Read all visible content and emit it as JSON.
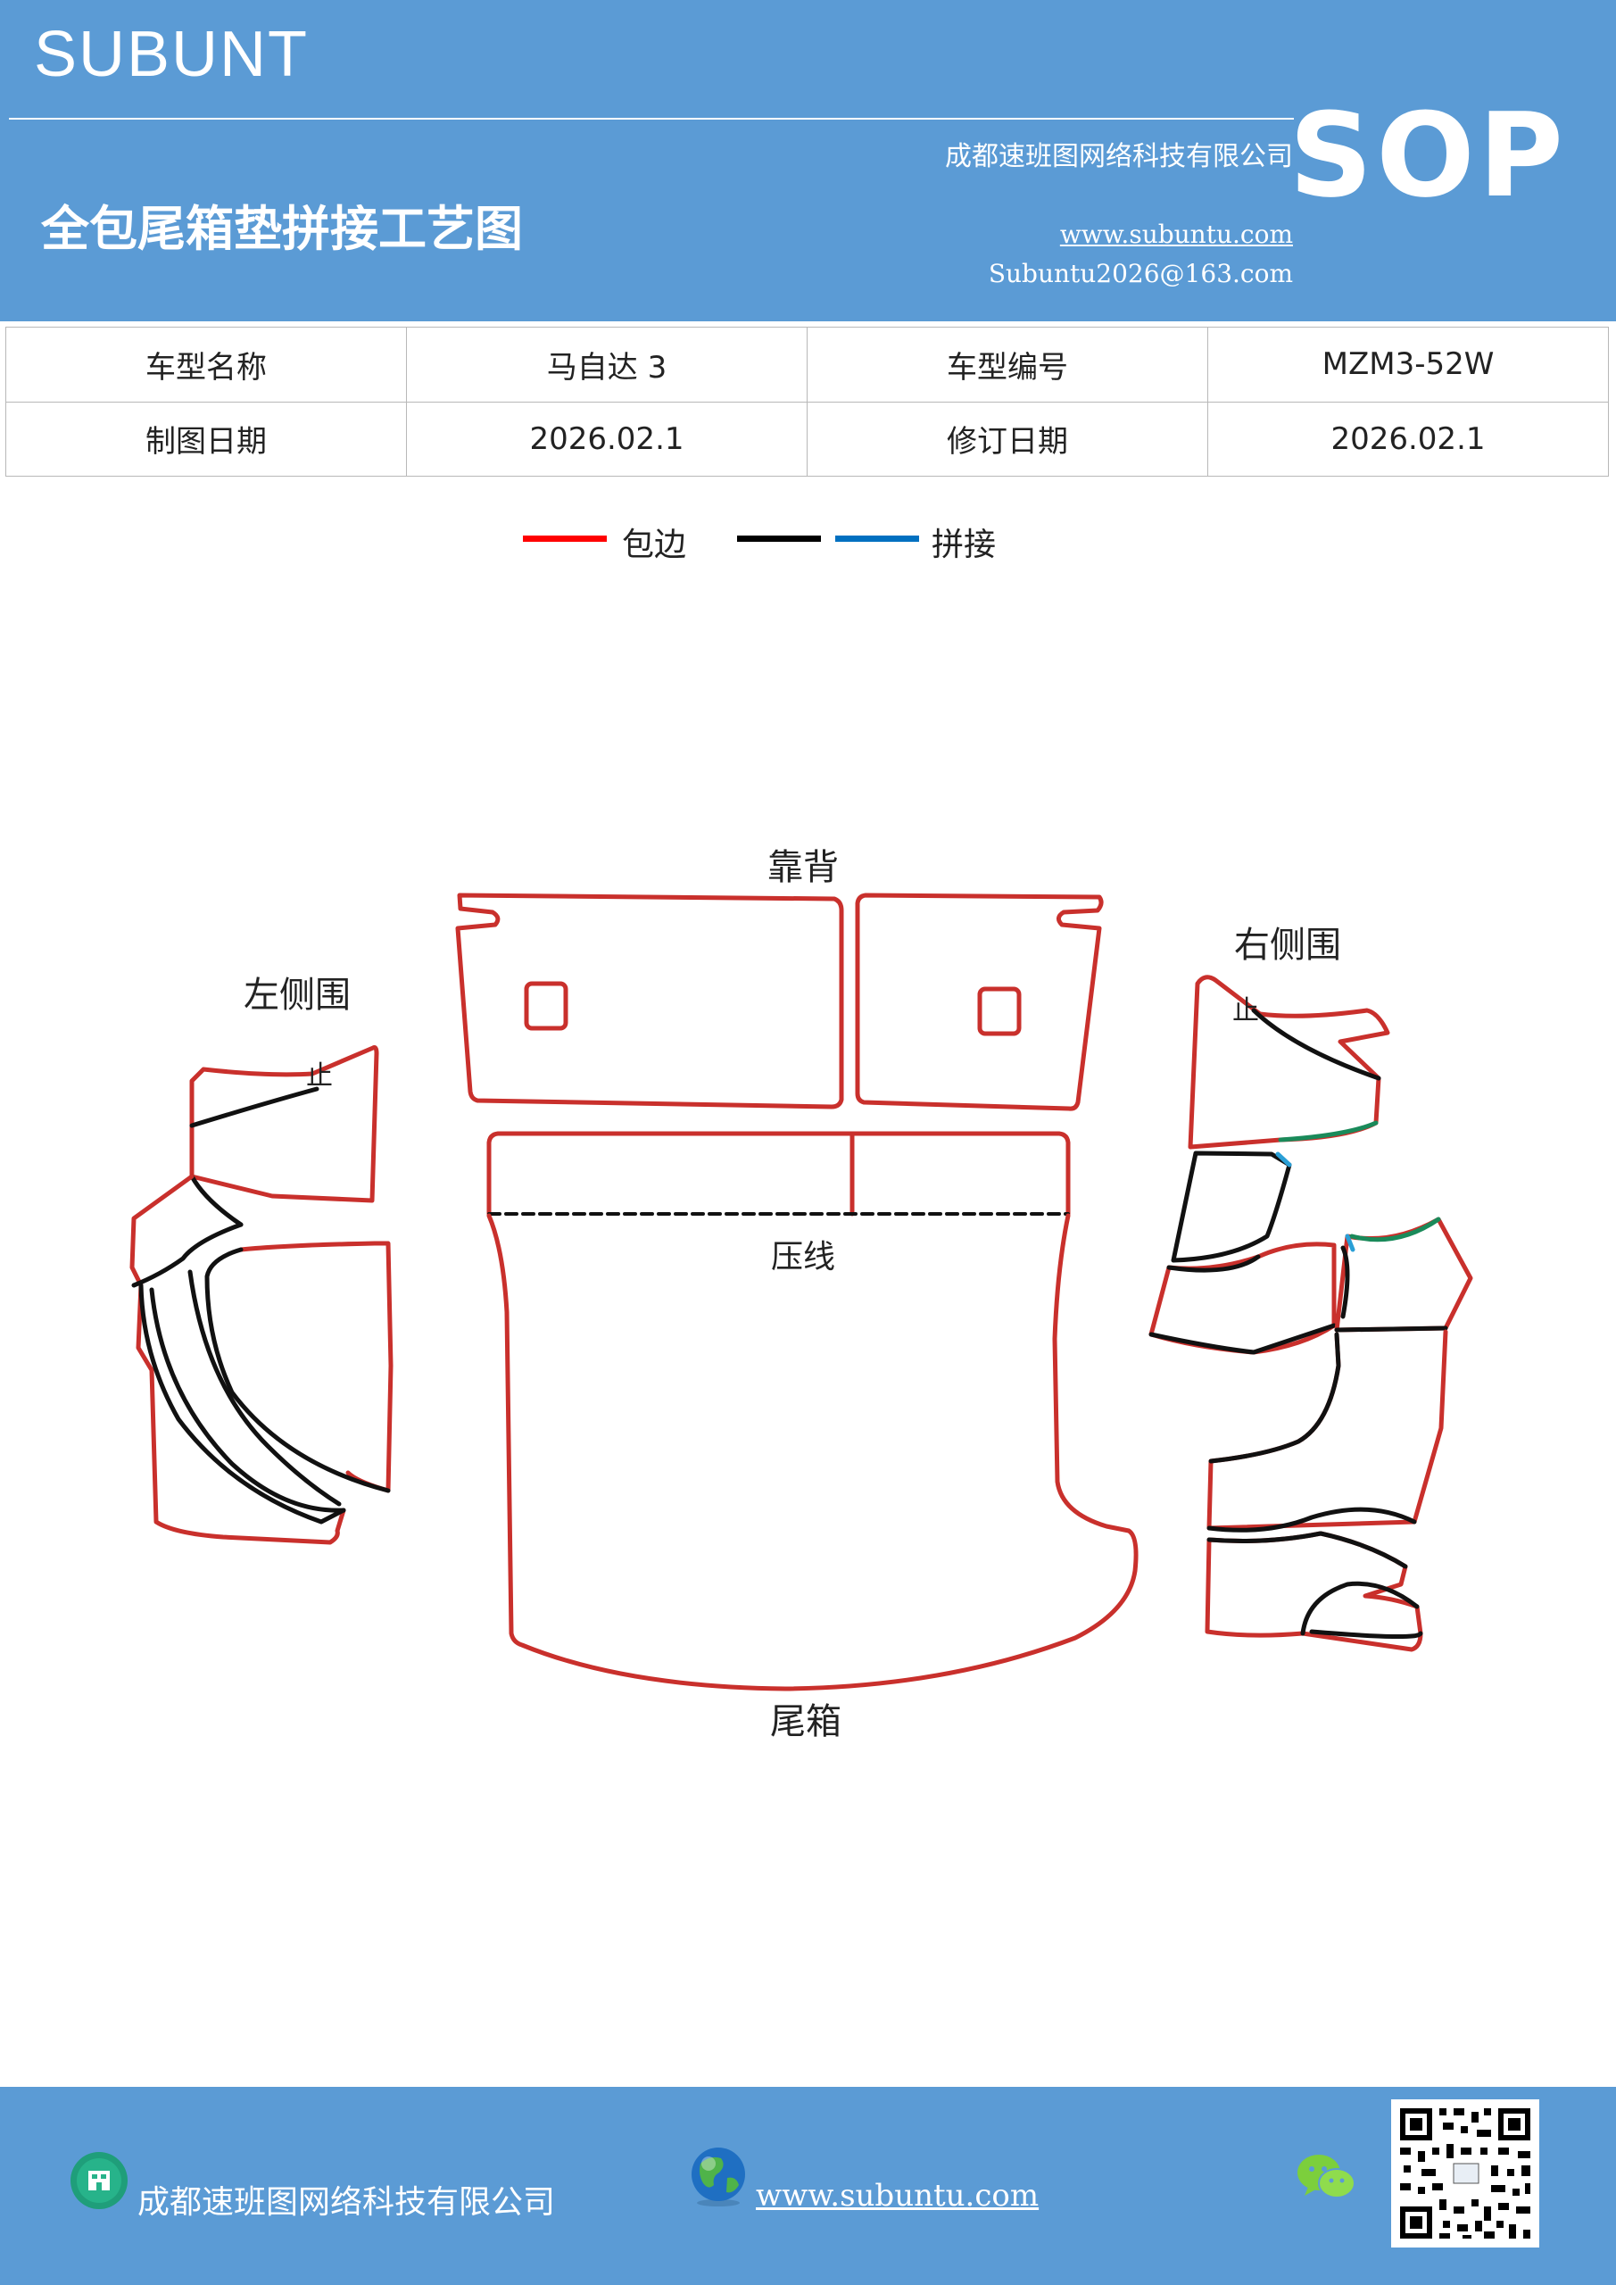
{
  "header": {
    "brand": "SUBUNT",
    "company": "成都速班图网络科技有限公司",
    "title": "全包尾箱垫拼接工艺图",
    "website": "www.subuntu.com",
    "email": "Subuntu2026@163.com",
    "sop": "SOP"
  },
  "info_table": {
    "row1": [
      "车型名称",
      "马自达 3",
      "车型编号",
      "MZM3-52W"
    ],
    "row2": [
      "制图日期",
      "2026.02.1",
      "修订日期",
      "2026.02.1"
    ]
  },
  "legend": {
    "items": [
      {
        "label": "包边",
        "color": "#ff0000"
      },
      {
        "label": "",
        "color": "#000000"
      },
      {
        "label": "拼接",
        "color": "#0070c0"
      }
    ]
  },
  "diagram": {
    "label_backrest": "靠背",
    "label_left": "左侧围",
    "label_right": "右侧围",
    "label_press": "压线",
    "label_trunk": "尾箱",
    "mark_left": "止",
    "mark_right": "止",
    "colors": {
      "edge": "#c9302c",
      "seam": "#111111",
      "join_green": "#1a8a5a",
      "join_blue": "#2a9fd6"
    }
  },
  "footer": {
    "company": "成都速班图网络科技有限公司",
    "website": "www.subuntu.com"
  }
}
